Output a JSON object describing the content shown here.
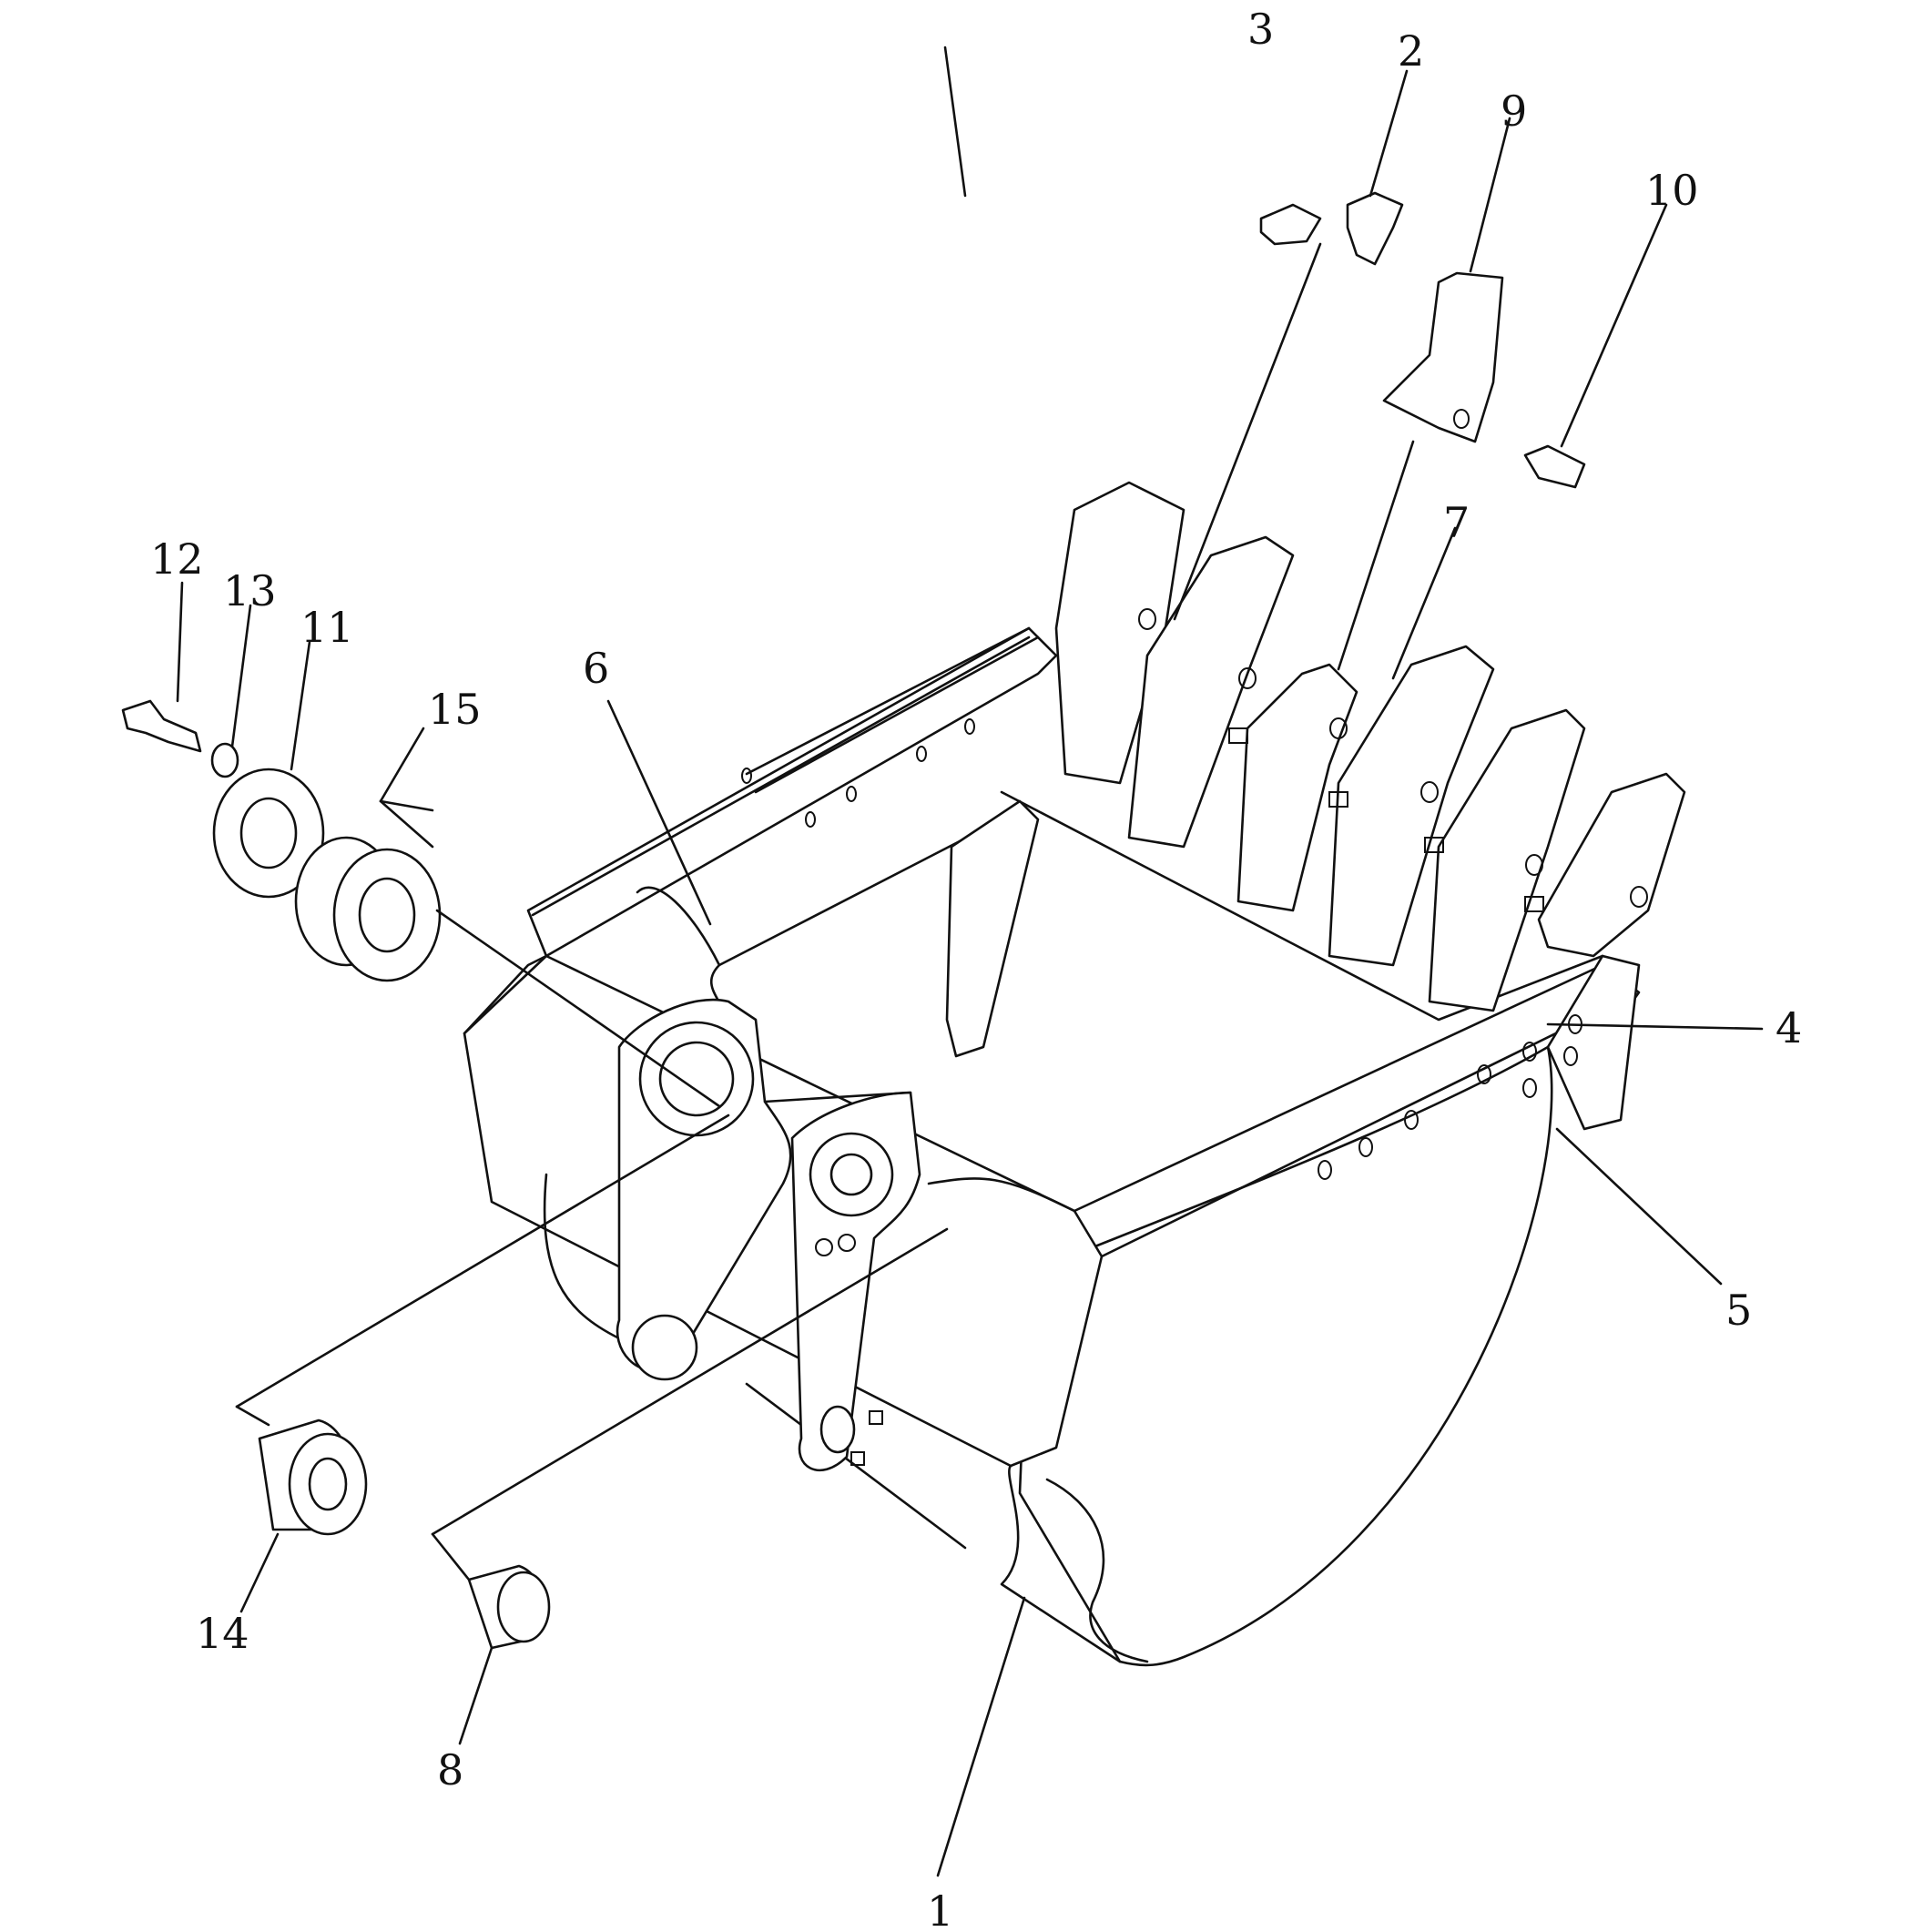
{
  "diagram": {
    "background": "#ffffff",
    "line_color": "#111111",
    "callouts": {
      "c1": "1",
      "c2": "2",
      "c3": "3",
      "c4": "4",
      "c5": "5",
      "c6": "6",
      "c7": "7",
      "c8": "8",
      "c9": "9",
      "c10": "10",
      "c11": "11",
      "c12": "12",
      "c13": "13",
      "c14": "14",
      "c15": "15"
    }
  }
}
